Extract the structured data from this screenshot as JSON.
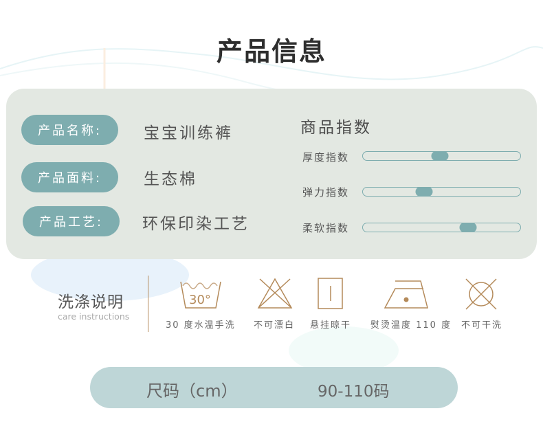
{
  "title": "产品信息",
  "product_info": {
    "rows": [
      {
        "label": "产品名称:",
        "value": "宝宝训练裤"
      },
      {
        "label": "产品面料:",
        "value": "生态棉"
      },
      {
        "label": "产品工艺:",
        "value": "环保印染工艺"
      }
    ]
  },
  "indices": {
    "title": "商品指数",
    "items": [
      {
        "label": "厚度指数",
        "percent": 49
      },
      {
        "label": "弹力指数",
        "percent": 39
      },
      {
        "label": "柔软指数",
        "percent": 67
      }
    ]
  },
  "care": {
    "title": "洗涤说明",
    "subtitle": "care instructions",
    "items": [
      {
        "icon": "wash-30-icon",
        "icon_text": "30°",
        "label": "30 度水温手洗"
      },
      {
        "icon": "no-bleach-icon",
        "label": "不可漂白"
      },
      {
        "icon": "hang-dry-icon",
        "label": "悬挂晾干"
      },
      {
        "icon": "iron-low-icon",
        "label": "熨烫温度 110 度"
      },
      {
        "icon": "no-dry-clean-icon",
        "label": "不可干洗"
      }
    ]
  },
  "size": {
    "label": "尺码（cm）",
    "value": "90-110码"
  },
  "colors": {
    "accent": "#7eadaf",
    "panel_bg": "#e3e8e2",
    "size_bar_bg": "#bed6d7",
    "care_icon": "#b48a5a"
  }
}
